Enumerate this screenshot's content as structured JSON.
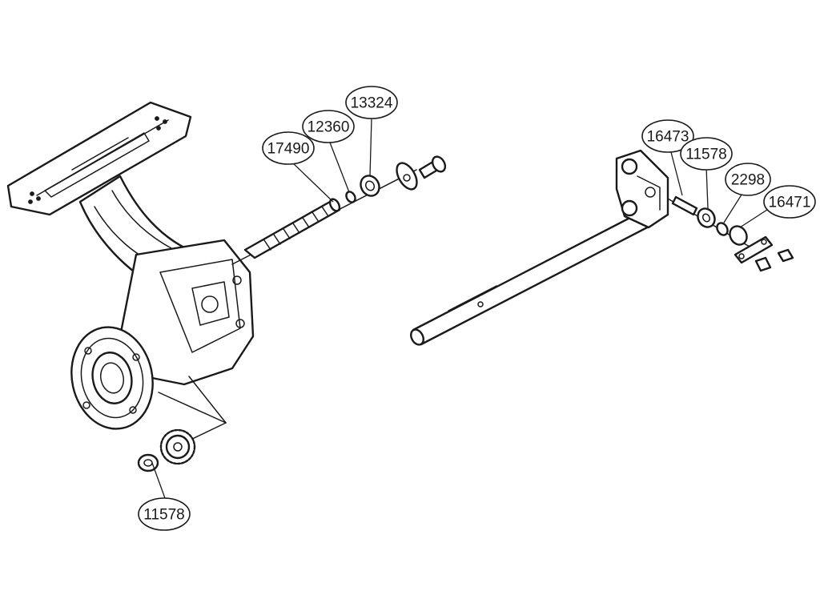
{
  "part_callouts": [
    {
      "id": "c1",
      "number": "17490"
    },
    {
      "id": "c2",
      "number": "12360"
    },
    {
      "id": "c3",
      "number": "13324"
    },
    {
      "id": "c4",
      "number": "11578"
    },
    {
      "id": "c5",
      "number": "16473"
    },
    {
      "id": "c6",
      "number": "11578"
    },
    {
      "id": "c7",
      "number": "2298"
    },
    {
      "id": "c8",
      "number": "16471"
    }
  ],
  "colors": {
    "line": "#1a1a1a",
    "background": "#ffffff"
  }
}
